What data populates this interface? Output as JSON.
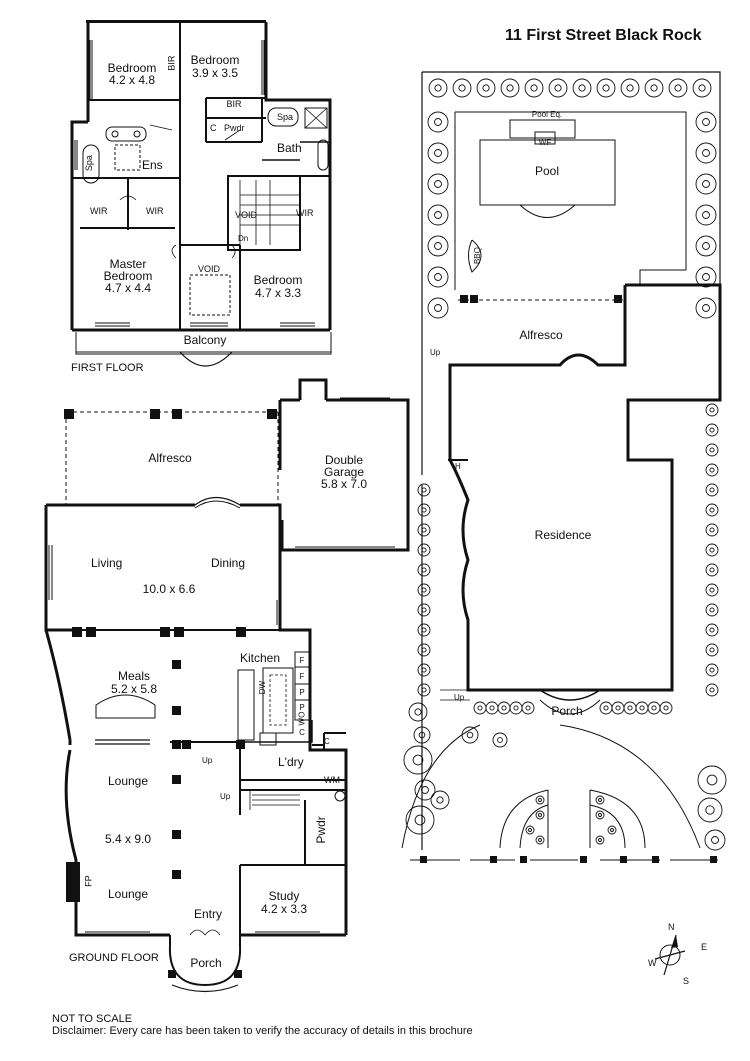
{
  "title": "11 First Street Black Rock",
  "floors": {
    "first": "FIRST FLOOR",
    "ground": "GROUND FLOOR"
  },
  "first_floor": {
    "bed_nw": {
      "name": "Bedroom",
      "size": "4.2 x 4.8"
    },
    "bed_n": {
      "name": "Bedroom",
      "size": "3.9 x 3.5"
    },
    "bir_v": "BIR",
    "bir_h": "BIR",
    "c": "C",
    "pwdr": "Pwdr",
    "spa_r": "Spa",
    "bath": "Bath",
    "spa_l": "Spa",
    "ens": "Ens",
    "wir_l": "WIR",
    "wir_m": "WIR",
    "void_stair": "VOID",
    "wir_r": "WIR",
    "dn": "Dn",
    "master": {
      "line1": "Master",
      "line2": "Bedroom",
      "size": "4.7 x 4.4"
    },
    "void": "VOID",
    "bed_e": {
      "name": "Bedroom",
      "size": "4.7 x 3.3"
    },
    "balcony": "Balcony"
  },
  "ground_floor": {
    "alfresco": "Alfresco",
    "garage": {
      "line1": "Double",
      "line2": "Garage",
      "size": "5.8 x 7.0"
    },
    "living": "Living",
    "dining": "Dining",
    "living_size": "10.0 x 6.6",
    "meals": {
      "name": "Meals",
      "size": "5.2 x 5.8"
    },
    "kitchen": "Kitchen",
    "dw": "DW",
    "pantry": [
      "F",
      "F",
      "P",
      "P",
      "WO",
      "C"
    ],
    "c2": "C",
    "up1": "Up",
    "up2": "Up",
    "ldry": "L'dry",
    "wm": "WM",
    "pwdr": "Pwdr",
    "lounge1": "Lounge",
    "lounge_size": "5.4 x 9.0",
    "lounge2": "Lounge",
    "fp": "FP",
    "study": {
      "name": "Study",
      "size": "4.2 x 3.3"
    },
    "entry": "Entry",
    "porch": "Porch"
  },
  "site": {
    "pool_eq": "Pool Eq.",
    "wf": "WF",
    "pool": "Pool",
    "bbq": "BBQ",
    "alfresco": "Alfresco",
    "up": "Up",
    "h": "H",
    "residence": "Residence",
    "up2": "Up",
    "porch": "Porch"
  },
  "compass": {
    "n": "N",
    "e": "E",
    "s": "S",
    "w": "W"
  },
  "footer": {
    "note": "NOT TO SCALE",
    "disclaimer": "Disclaimer: Every care has been taken to verify the accuracy of details in this brochure"
  }
}
